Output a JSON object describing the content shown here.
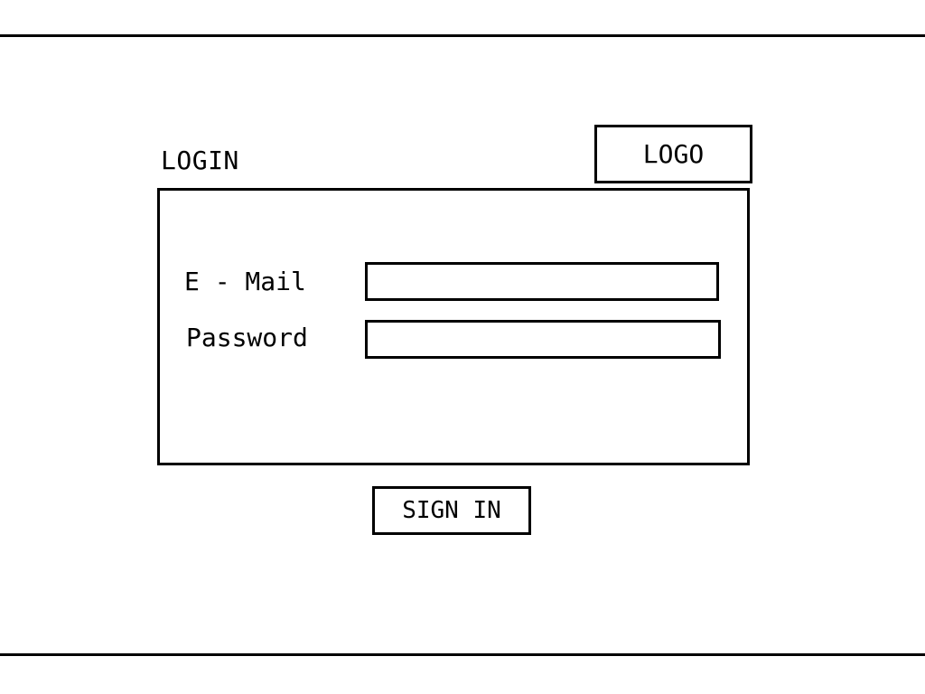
{
  "header": {
    "title": "LOGIN",
    "logo_text": "LOGO"
  },
  "form": {
    "email_label": "E - Mail",
    "email_value": "",
    "email_placeholder": "",
    "password_label": "Password",
    "password_value": "",
    "password_placeholder": ""
  },
  "actions": {
    "signin_label": "SIGN IN"
  },
  "colors": {
    "foreground": "#000000",
    "background": "#ffffff"
  }
}
